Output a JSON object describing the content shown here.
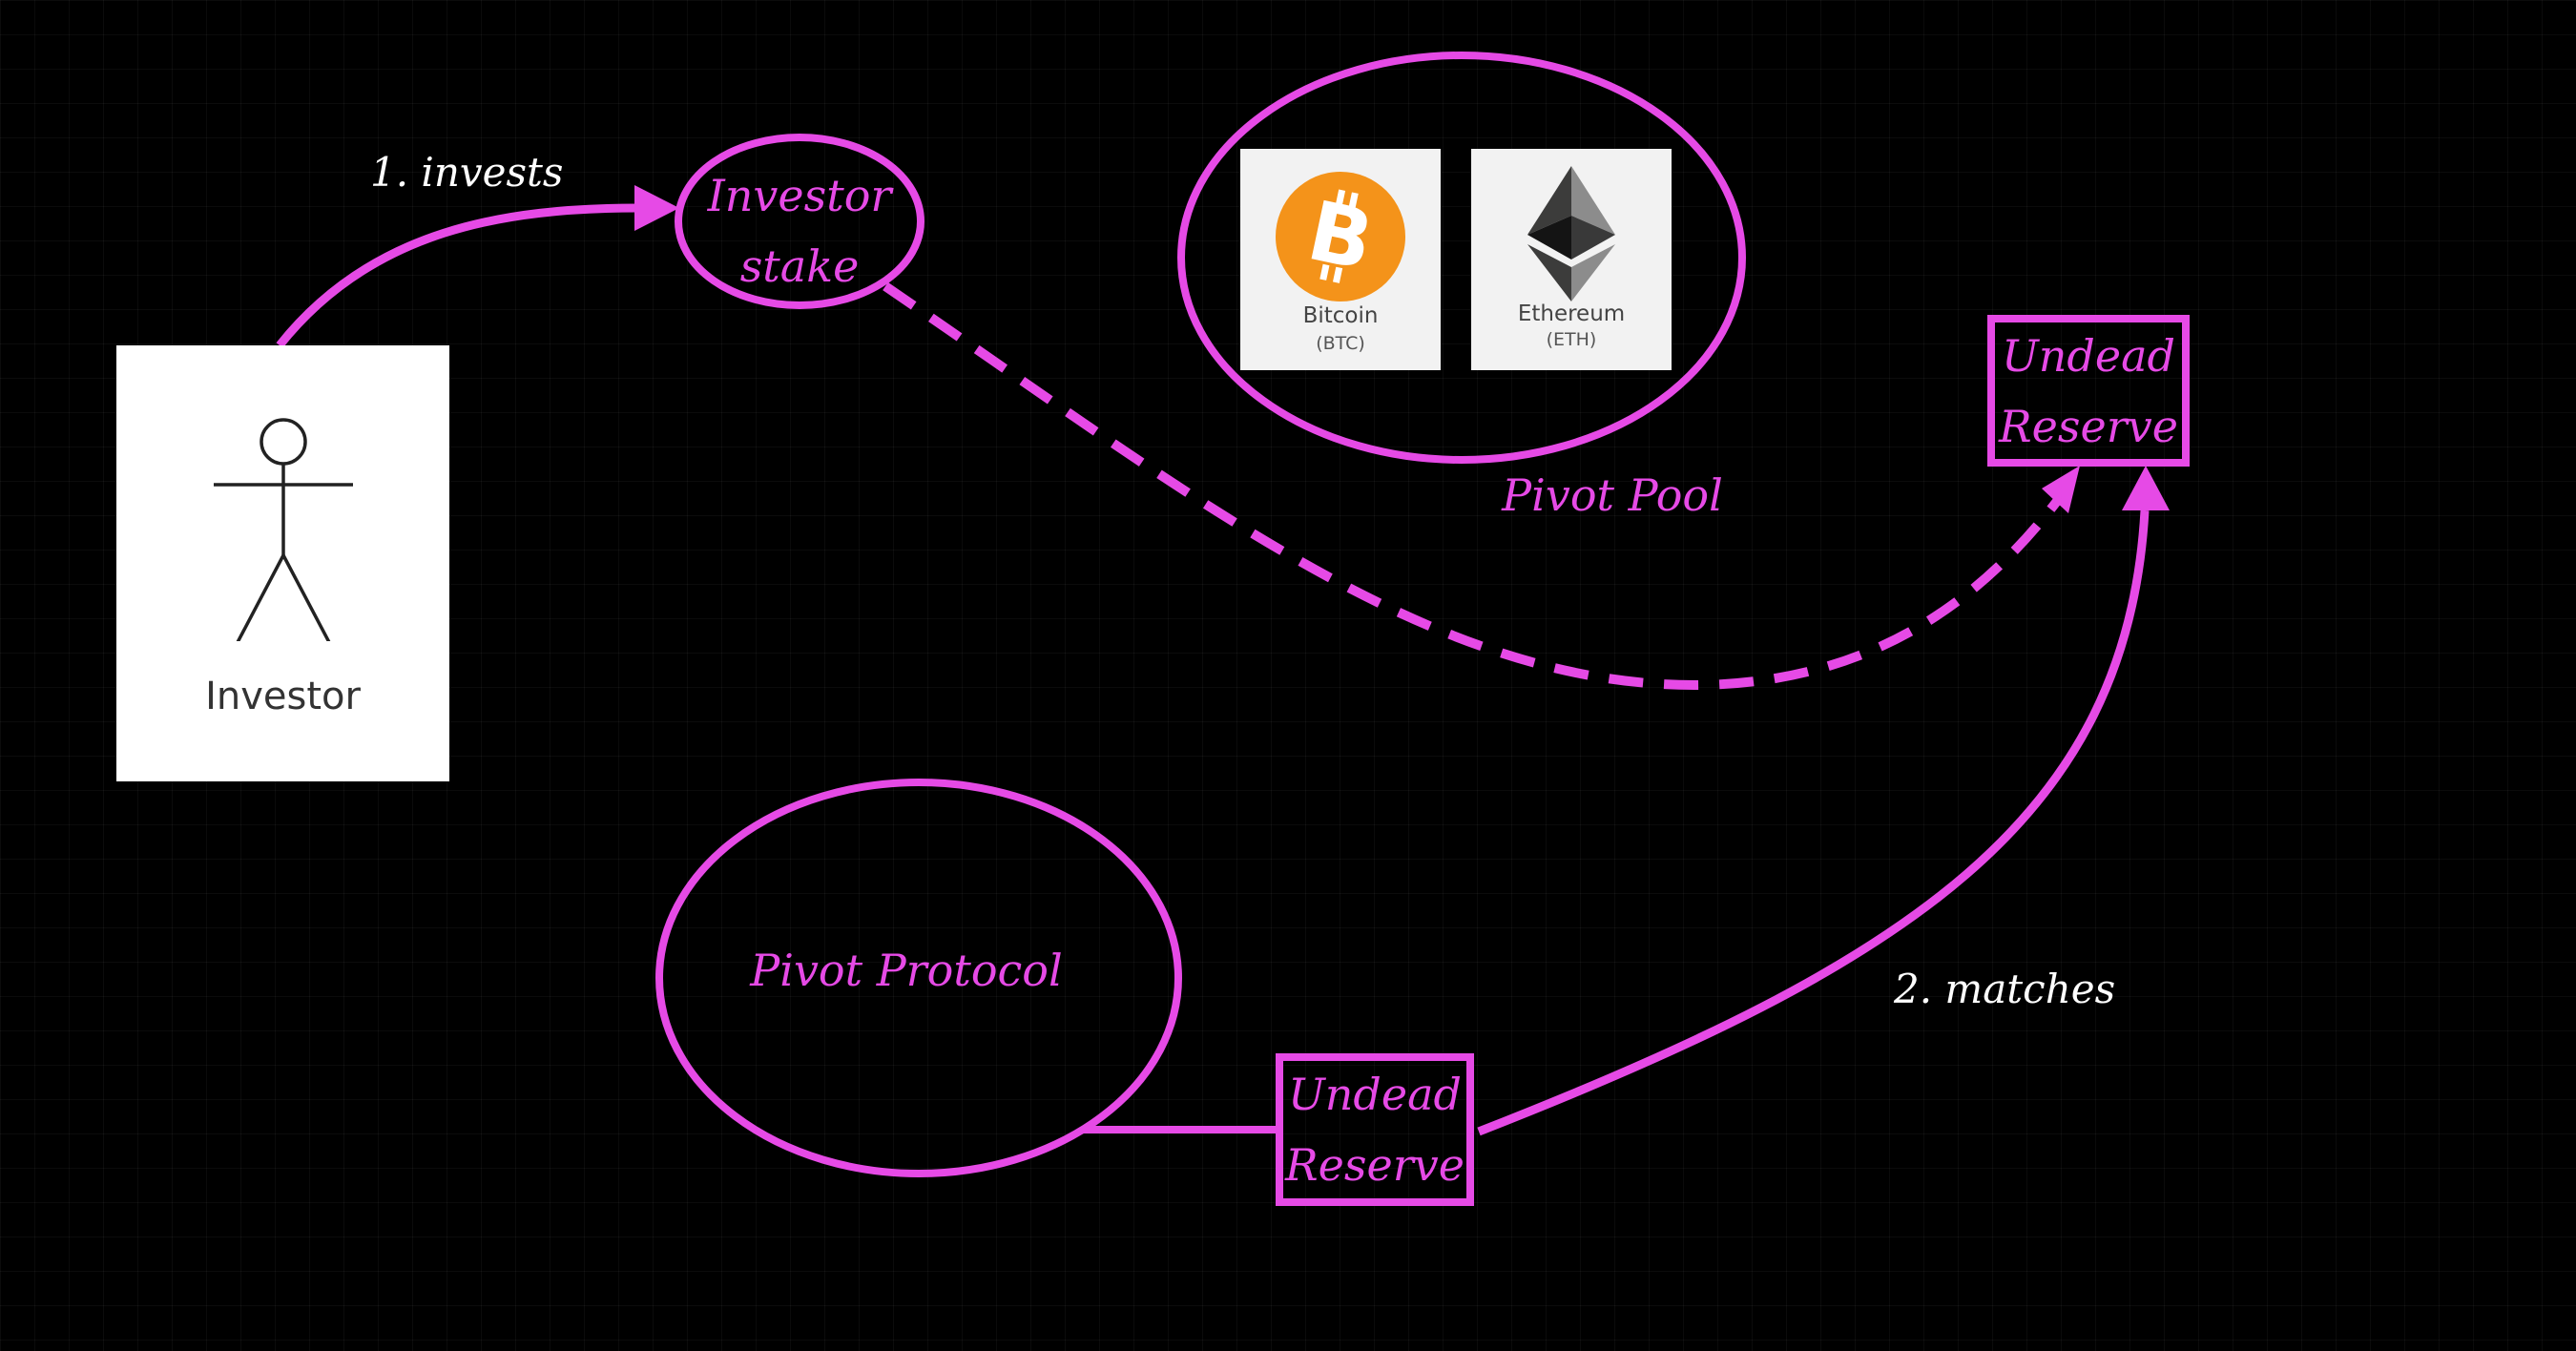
{
  "colors": {
    "accent": "#e64ae6",
    "background": "#000000",
    "text_white": "#ffffff"
  },
  "actor": {
    "label": "Investor",
    "icon": "stick-figure-icon"
  },
  "nodes": {
    "investor_stake": {
      "line1": "Investor",
      "line2": "stake"
    },
    "pivot_pool": {
      "label": "Pivot Pool"
    },
    "pivot_protocol": {
      "label": "Pivot Protocol"
    },
    "undead_reserve_top": {
      "line1": "Undead",
      "line2": "Reserve"
    },
    "undead_reserve_bottom": {
      "line1": "Undead",
      "line2": "Reserve"
    }
  },
  "coins": [
    {
      "name": "Bitcoin",
      "ticker": "(BTC)",
      "icon": "bitcoin-icon"
    },
    {
      "name": "Ethereum",
      "ticker": "(ETH)",
      "icon": "ethereum-icon"
    }
  ],
  "edges": {
    "invests": {
      "label": "1. invests"
    },
    "matches": {
      "label": "2. matches"
    }
  }
}
